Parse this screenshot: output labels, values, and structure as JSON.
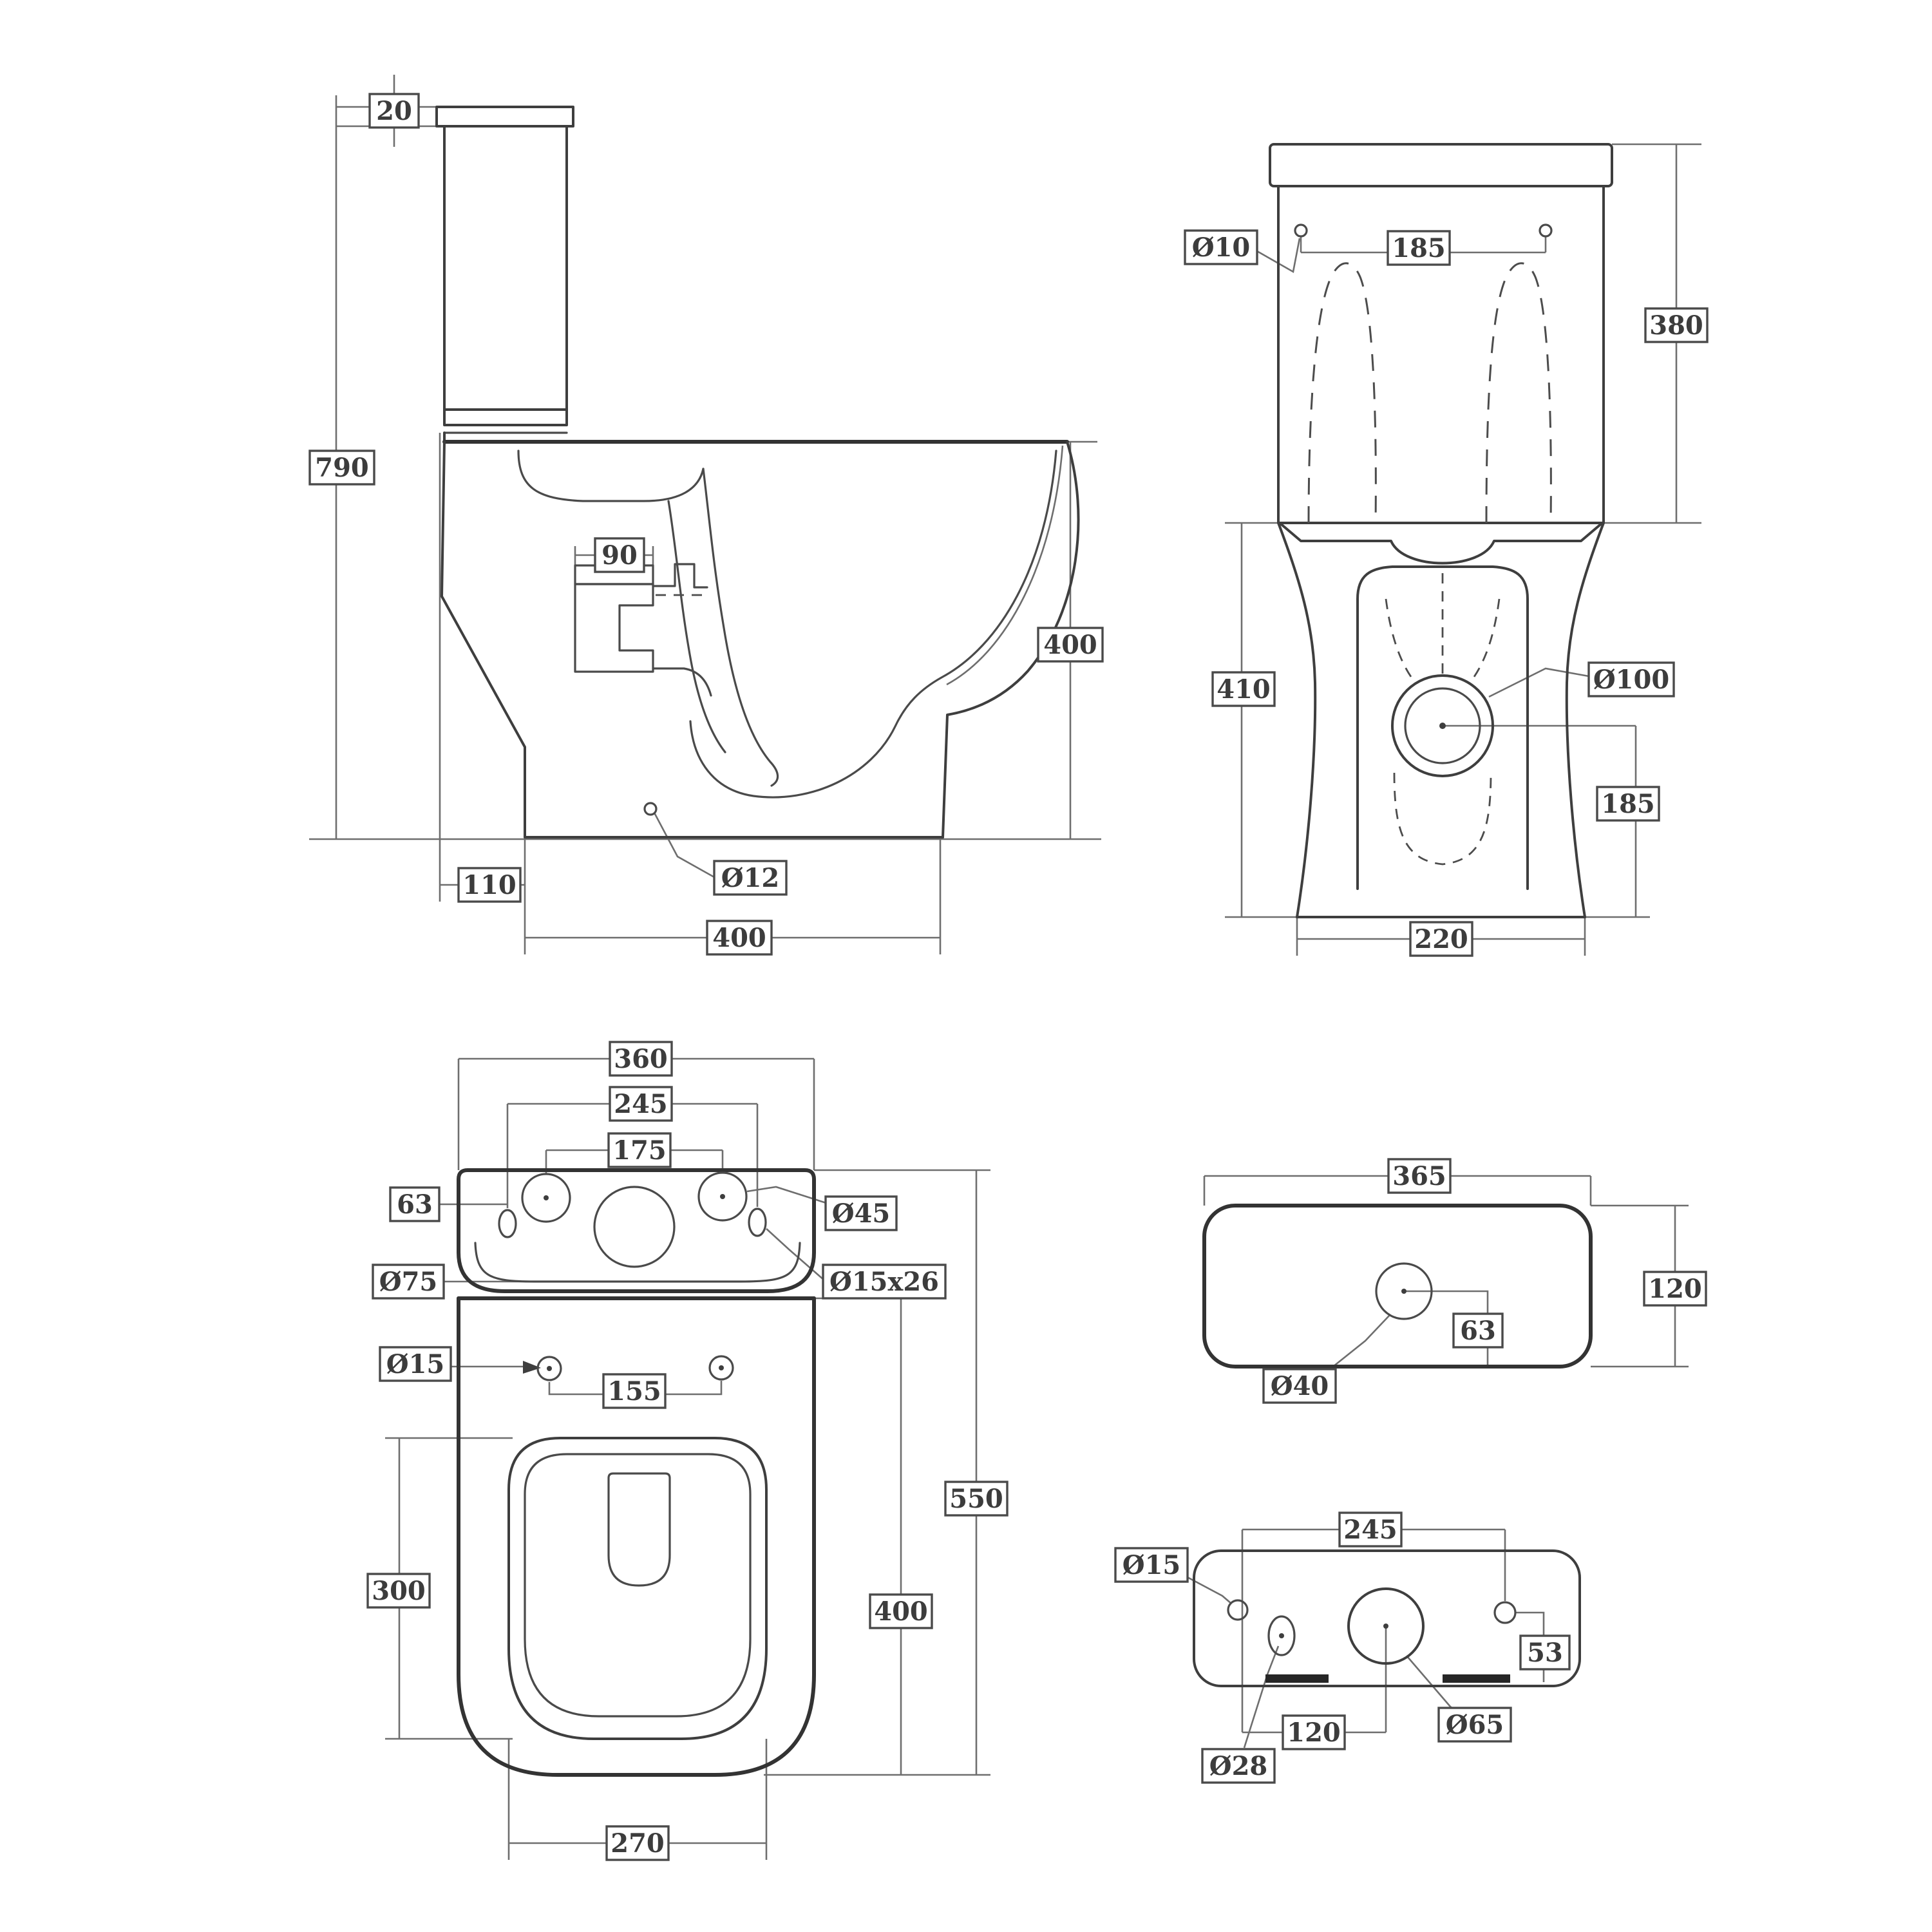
{
  "drawing": {
    "type": "sanitary-ware technical dimension drawing",
    "background": "#ffffff",
    "line_color": "#3e3e3e",
    "dim_line_color": "#6e6e6e",
    "text_color": "#3c3c3c"
  },
  "views": {
    "side": {
      "label": "side section view",
      "dims": {
        "lid_thickness": "20",
        "overall_height": "790",
        "outlet_size": "90",
        "rim_height": "400",
        "fixing_hole_dia": "Ø12",
        "back_clearance": "110",
        "bowl_depth": "400"
      }
    },
    "front": {
      "label": "front view",
      "dims": {
        "fixing_hole_dia": "Ø10",
        "hole_spacing": "185",
        "tank_height": "380",
        "pan_height": "410",
        "outlet_dia": "Ø100",
        "outlet_center_height": "185",
        "base_width": "220"
      }
    },
    "top": {
      "label": "plan (top) view",
      "dims": {
        "tank_width": "360",
        "oval_spacing": "245",
        "hole_spacing": "175",
        "edge_offset": "63",
        "side_hole_dia": "Ø45",
        "center_hole_dia": "Ø75",
        "slot_size": "Ø15x26",
        "hinge_hole_dia": "Ø15",
        "hinge_spacing": "155",
        "opening_length": "300",
        "overall_depth": "550",
        "pan_depth": "400",
        "opening_width": "270"
      }
    },
    "lid": {
      "label": "cistern lid top view",
      "dims": {
        "width": "365",
        "depth": "120",
        "hole_offset": "63",
        "hole_dia": "Ø40"
      }
    },
    "base": {
      "label": "cistern base view",
      "dims": {
        "corner_hole_dia": "Ø15",
        "hole_spacing": "245",
        "side_offset": "53",
        "small_hole_dia": "Ø28",
        "center_offset": "120",
        "flush_hole_dia": "Ø65"
      }
    }
  }
}
